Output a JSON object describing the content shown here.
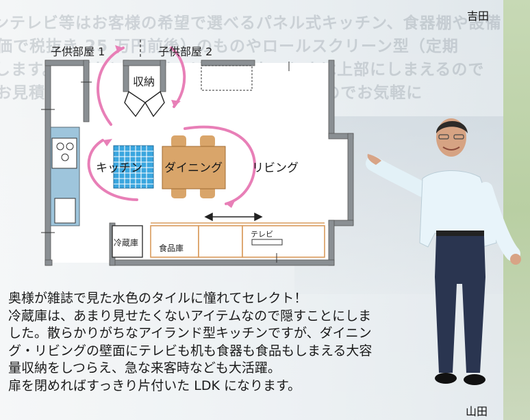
{
  "plan": {
    "rooms": {
      "kids_room_1": "子供部屋 1",
      "kids_room_2": "子供部屋 2",
      "storage": "収納"
    },
    "areas": {
      "kitchen": "キッチン",
      "dining": "ダイニング",
      "living": "リビング"
    },
    "fixtures": {
      "fridge": "冷蔵庫",
      "pantry": "食品庫",
      "tv": "テレビ"
    }
  },
  "people": {
    "top_right": "吉田",
    "bottom_right": "山田"
  },
  "body": {
    "lines": [
      "奥様が雑誌で見た水色のタイルに憧れてセレクト！",
      "冷蔵庫は、あまり見せたくないアイテムなので隠すことにしま",
      "した。散らかりがちなアイランド型キッチンですが、ダイニン",
      "グ・リビングの壁面にテレビも机も食器も食品もしまえる大容",
      "量収納をしつらえ、急な来客時なども大活躍。",
      "扉を閉めればすっきり片付いた LDK になります。"
    ]
  },
  "colors": {
    "tile_blue": "#3aa6df",
    "table_tan": "#d9a56a",
    "arrow_pink": "#e87fb7",
    "wall_gray": "#8a8f93",
    "cabinet_orange": "#d99a5b"
  }
}
